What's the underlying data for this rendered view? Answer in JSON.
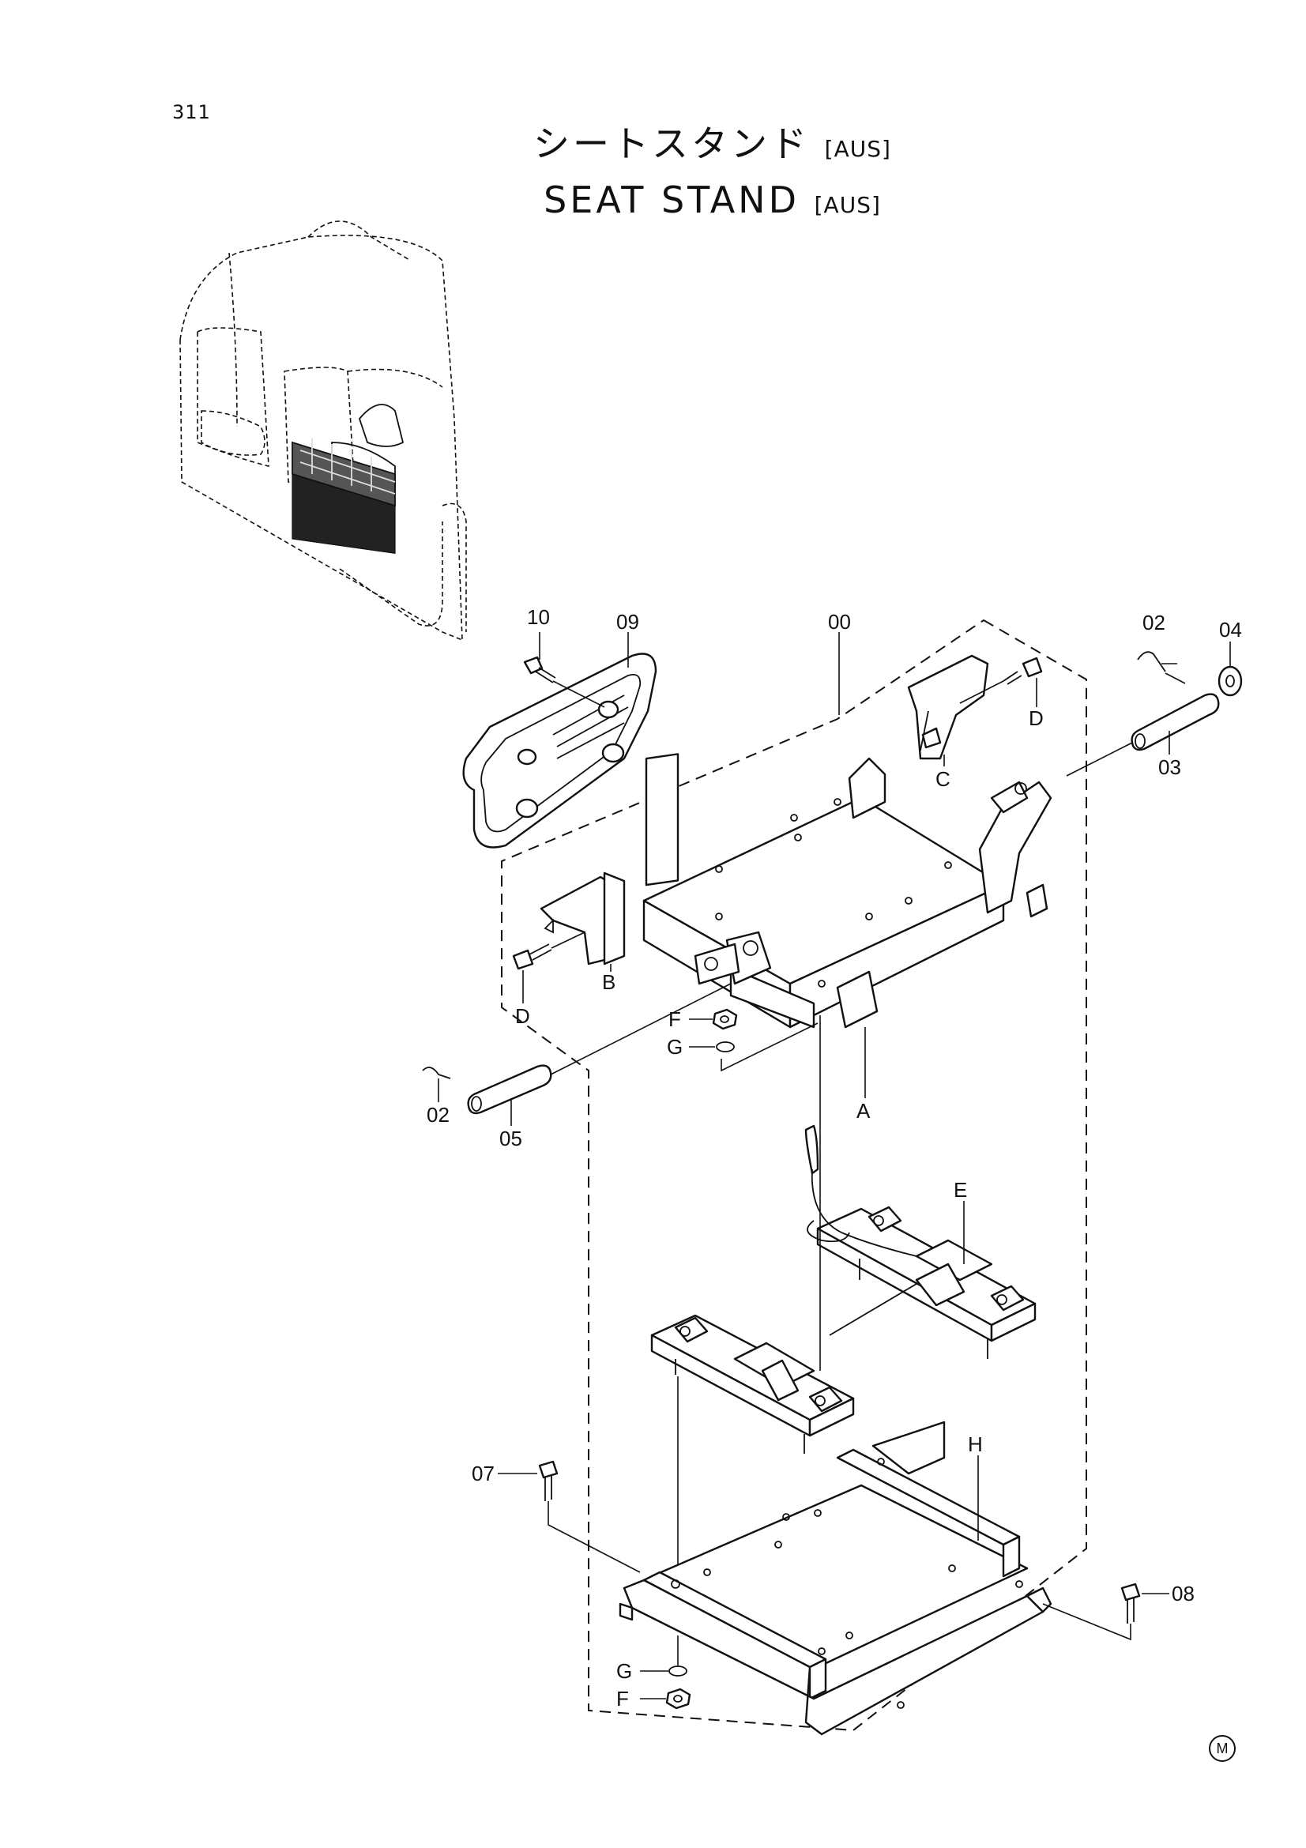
{
  "page": {
    "number": "311",
    "maker_mark": "M"
  },
  "title": {
    "japanese": "シートスタンド",
    "japanese_suffix": "[AUS]",
    "english": "SEAT STAND",
    "english_suffix": "[AUS]"
  },
  "callouts": {
    "c00": "00",
    "c02a": "02",
    "c02b": "02",
    "c03": "03",
    "c04": "04",
    "c05": "05",
    "c07": "07",
    "c08": "08",
    "c09": "09",
    "c10": "10",
    "cA": "A",
    "cB": "B",
    "cC": "C",
    "cD1": "D",
    "cD2": "D",
    "cE": "E",
    "cF1": "F",
    "cF2": "F",
    "cG1": "G",
    "cG2": "G",
    "cH": "H"
  }
}
